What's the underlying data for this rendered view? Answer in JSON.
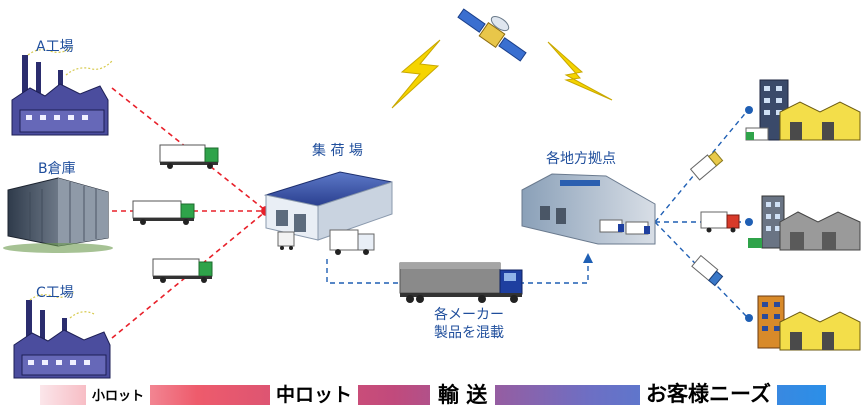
{
  "labels": {
    "factory_a": "A工場",
    "warehouse_b": "B倉庫",
    "factory_c": "C工場",
    "collection_center": "集 荷 場",
    "regional_hub": "各地方拠点",
    "mixed_load_line1": "各メーカー",
    "mixed_load_line2": "製品を混載"
  },
  "progress_bar": {
    "small_lot": "小ロット",
    "mid_lot": "中ロット",
    "transport": "輸 送",
    "customer_needs": "お客様ニーズ"
  },
  "colors": {
    "route_red": "#e8202a",
    "route_blue": "#1f5fb4",
    "label_blue": "#1f4e9c",
    "lightning": "#f5d400"
  }
}
